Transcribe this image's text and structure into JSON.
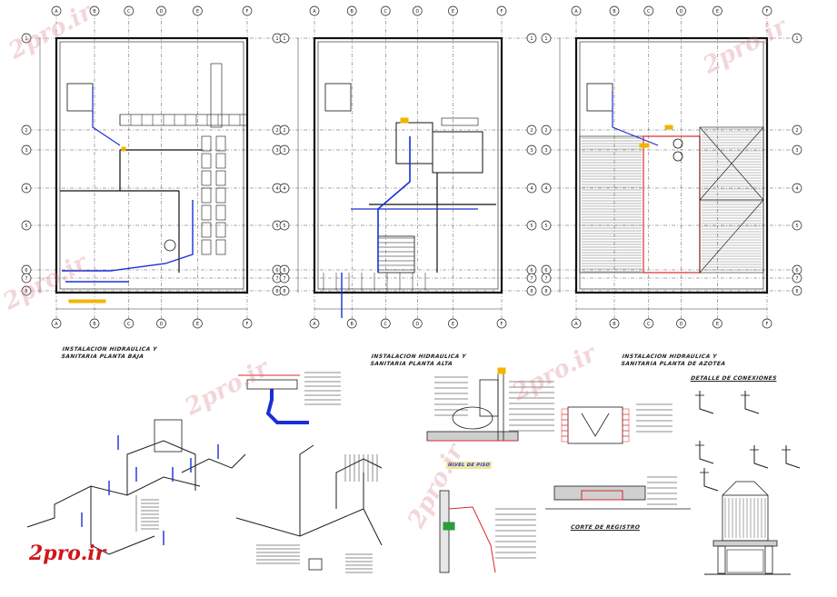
{
  "drawing": {
    "plans": [
      {
        "title_line1": "INSTALACION HIDRAULICA Y",
        "title_line2": "SANITARIA PLANTA BAJA"
      },
      {
        "title_line1": "INSTALACION HIDRAULICA Y",
        "title_line2": "SANITARIA PLANTA ALTA"
      },
      {
        "title_line1": "INSTALACION HIDRAULICA Y",
        "title_line2": "SANITARIA PLANTA DE AZOTEA"
      }
    ],
    "details": {
      "connections_title": "DETALLE DE CONEXIONES",
      "register_title": "CORTE DE REGISTRO",
      "tank_label": "NIVEL DE PISO"
    },
    "axis_bubbles": {
      "top_letters": [
        "A",
        "B",
        "C",
        "D",
        "E",
        "F"
      ],
      "side_numbers": [
        "1",
        "2",
        "3",
        "4",
        "5",
        "6",
        "7",
        "8"
      ]
    },
    "colors": {
      "line": "#1c1c1c",
      "water_pipe": "#1a2fd6",
      "sanitary_pipe": "#d82a2a",
      "fixture_accent": "#f2b400",
      "watermark": "#d0161b"
    }
  },
  "watermark": {
    "logo_text": "2pro.ir",
    "faint_text": "2pro.ir"
  }
}
